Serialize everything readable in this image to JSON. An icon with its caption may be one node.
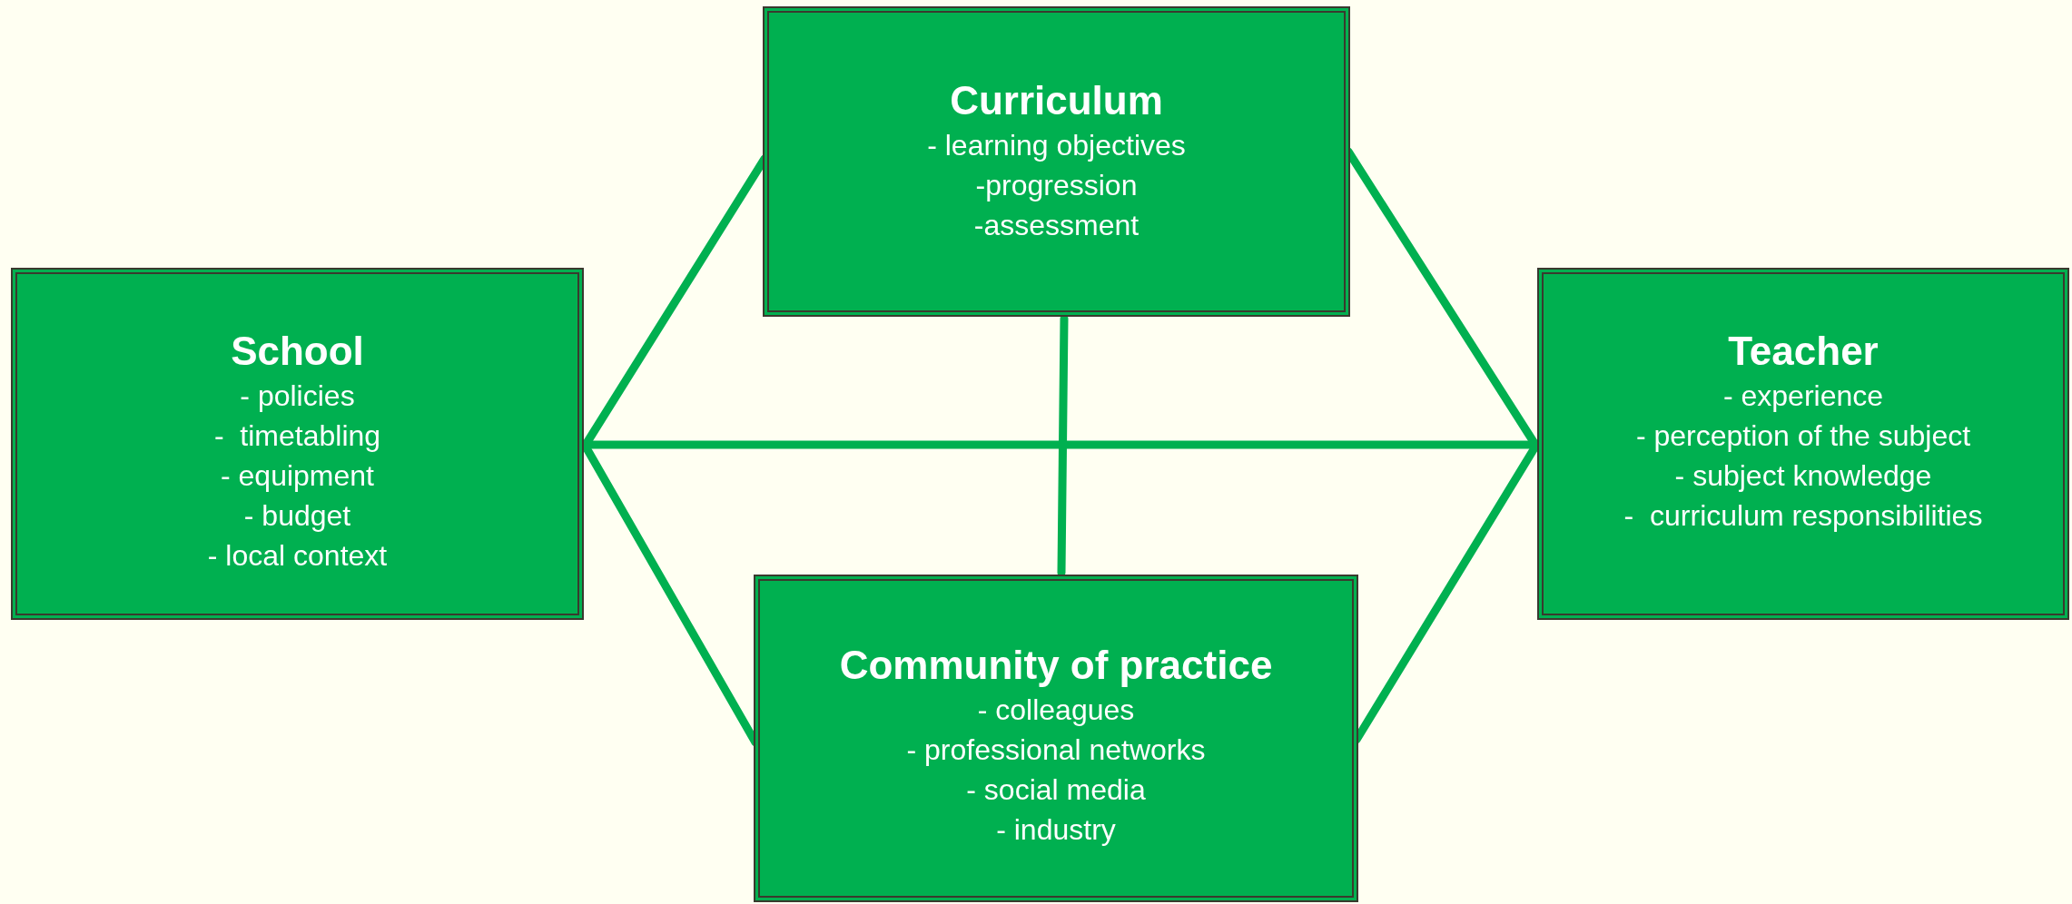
{
  "diagram": {
    "nodes": [
      {
        "text": [
          "Curriculum",
          "- learning objectives",
          "-progression",
          "-assessment"
        ]
      },
      {
        "text": [
          "School",
          "- policies",
          "-  timetabling",
          "- equipment",
          "- budget",
          "- local context"
        ]
      },
      {
        "text": [
          "Teacher",
          "- experience",
          "- perception of the subject",
          "- subject knowledge",
          "-  curriculum responsibilities"
        ]
      },
      {
        "text": [
          "Community of practice",
          "- colleagues",
          "- professional networks",
          "- social media",
          "- industry"
        ]
      }
    ],
    "edges": [
      {
        "from": 0,
        "to": 1,
        "arrow": "none"
      },
      {
        "from": 0,
        "to": 2,
        "arrow": "none"
      },
      {
        "from": 1,
        "to": 2,
        "arrow": "none"
      },
      {
        "from": 0,
        "to": 3,
        "arrow": "none"
      },
      {
        "from": 1,
        "to": 3,
        "arrow": "none"
      },
      {
        "from": 2,
        "to": 3,
        "arrow": "none"
      }
    ]
  }
}
